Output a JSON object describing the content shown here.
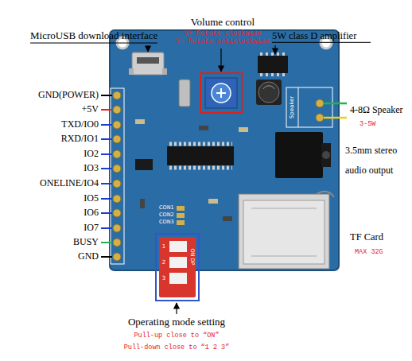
{
  "diagram": {
    "labels": [
      "MicroUSB download interface",
      "Volume control",
      "V+ Rotate clockwise",
      "V- Rotate anticlockwise",
      "5W class D amplifier",
      "GND(POWER)",
      "+5V",
      "TXD/IO0",
      "RXD/IO1",
      "IO2",
      "IO3",
      "ONELINE/IO4",
      "IO5",
      "IO6",
      "IO7",
      "BUSY",
      "GND",
      "4-8Ω Speaker",
      "3-5W",
      "3.5mm stereo audio output",
      "TF Card",
      "MAX 32G",
      "Operating mode setting",
      "Pull-up close to “ON”",
      "Pull-down close to “1 2 3”",
      "Speaker",
      "ON DP",
      "1",
      "2",
      "3",
      "CON1",
      "CON2",
      "CON3"
    ]
  }
}
